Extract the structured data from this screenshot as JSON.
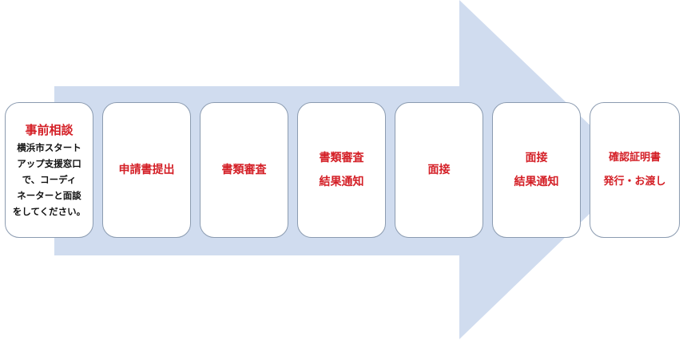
{
  "colors": {
    "arrow": "#d0dcef",
    "box_border": "#8b9bb0",
    "title": "#d41f26"
  },
  "steps": [
    {
      "title": "事前相談",
      "description": "横浜市スタート\nアップ支援窓口\nで、コーディ\nネーターと面談\nをしてください。"
    },
    {
      "lines": [
        "申請書提出"
      ]
    },
    {
      "lines": [
        "書類審査"
      ]
    },
    {
      "lines": [
        "書類審査",
        "結果通知"
      ]
    },
    {
      "lines": [
        "面接"
      ]
    },
    {
      "lines": [
        "面接",
        "結果通知"
      ]
    },
    {
      "lines": [
        "確認証明書",
        "発行・お渡し"
      ]
    }
  ]
}
